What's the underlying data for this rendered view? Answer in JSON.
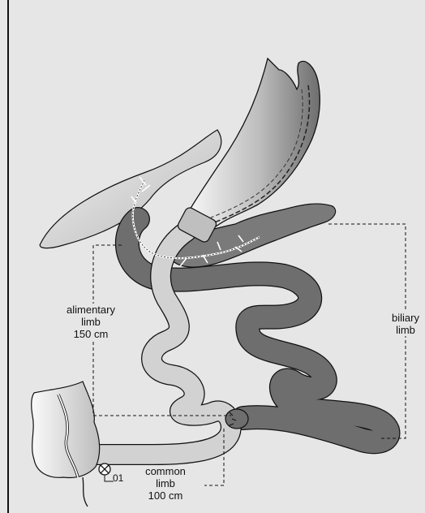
{
  "labels": {
    "alimentary": [
      "alimentary",
      "limb",
      "150 cm"
    ],
    "biliary": [
      "biliary",
      "limb"
    ],
    "common": [
      "common",
      "limb",
      "100 cm"
    ],
    "marker": "01"
  }
}
